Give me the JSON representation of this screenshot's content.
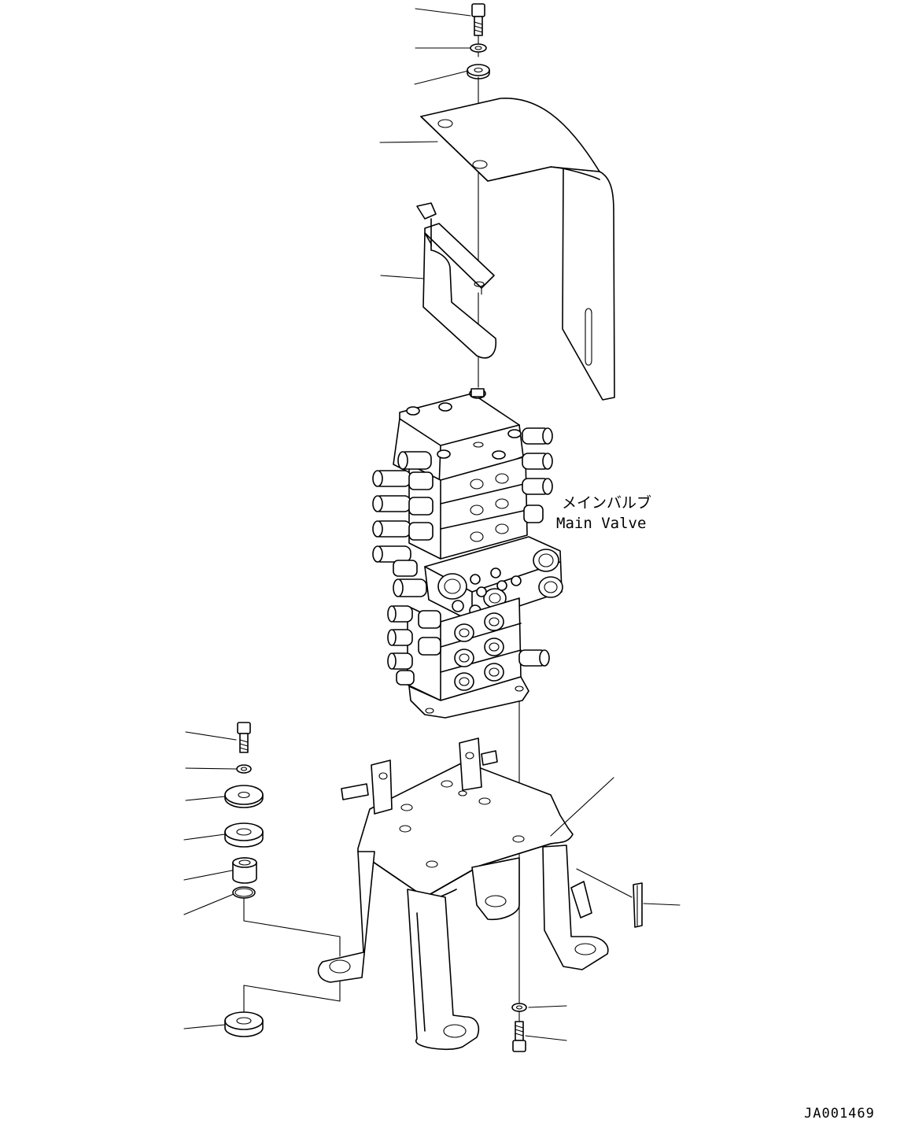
{
  "callout": {
    "label_ja": "メインバルブ",
    "label_en": "Main Valve"
  },
  "drawing_id": "JA001469"
}
